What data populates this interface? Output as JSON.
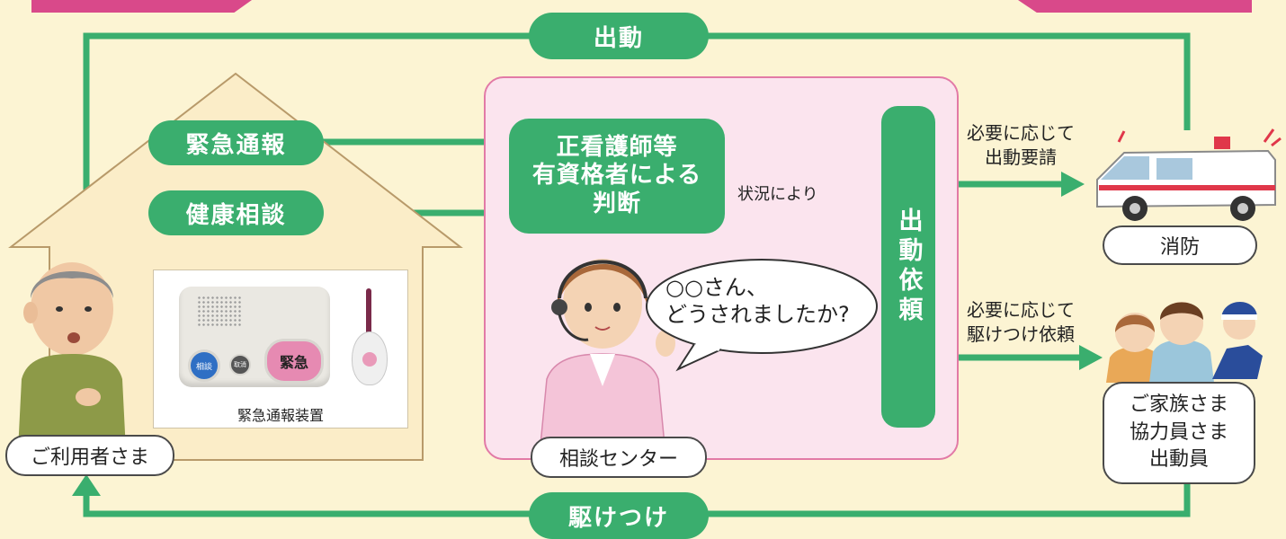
{
  "flow": {
    "top_label": "出動",
    "bottom_label": "駆けつけ"
  },
  "home": {
    "emergency_label": "緊急通報",
    "health_label": "健康相談",
    "user_label": "ご利用者さま",
    "device_caption": "緊急通報装置",
    "device_btn_consult": "相談",
    "device_btn_cancel": "取消",
    "device_btn_emergency": "緊急"
  },
  "center": {
    "judge_label": "正看護師等\n有資格者による\n判断",
    "situation_label": "状況により",
    "dispatch_request": "出動依頼",
    "operator_speech": "○○さん、\nどうされましたか?",
    "center_label": "相談センター"
  },
  "right": {
    "fire_note": "必要に応じて\n出動要請",
    "fire_label": "消防",
    "family_note": "必要に応じて\n駆けつけ依頼",
    "family_label": "ご家族さま\n協力員さま\n出動員"
  },
  "colors": {
    "background": "#fcf4d3",
    "green": "#3aae6e",
    "center_bg": "#fbe4ee",
    "center_border": "#e27aa6",
    "magenta_tab": "#d9498a"
  }
}
